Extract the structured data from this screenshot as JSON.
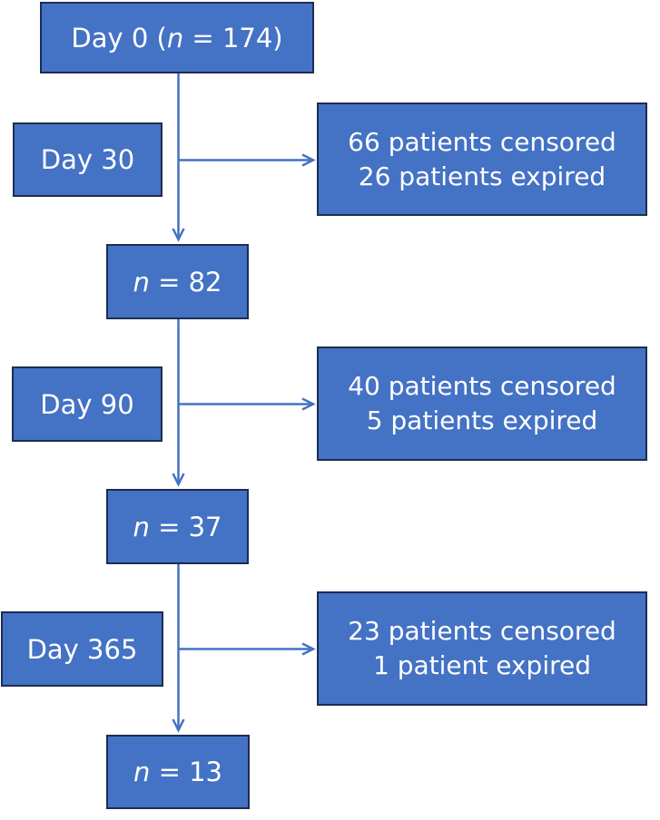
{
  "colors": {
    "box_fill": "#4472c4",
    "box_border": "#1c2d52",
    "connector": "#4472c4",
    "text_color": "#ffffff"
  },
  "flowchart": {
    "start": {
      "prefix": "Day 0 (",
      "n": "n",
      "suffix": " = 174)"
    },
    "stages": [
      {
        "day": "Day 30",
        "censored": "66 patients censored",
        "expired": "26 patients expired",
        "n": "n",
        "n_value": " = 82"
      },
      {
        "day": "Day 90",
        "censored": "40 patients censored",
        "expired": "5 patients expired",
        "n": "n",
        "n_value": " = 37"
      },
      {
        "day": "Day 365",
        "censored": "23 patients censored",
        "expired": "1 patient expired",
        "n": "n",
        "n_value": " = 13"
      }
    ]
  }
}
